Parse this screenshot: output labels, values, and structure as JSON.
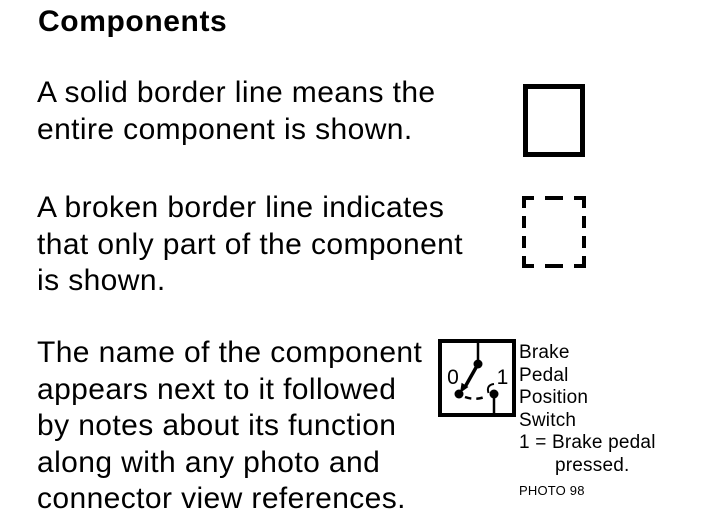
{
  "title": "Components",
  "sections": [
    {
      "symbol": "solid-border-box",
      "text": "A solid border line means the\nentire component is shown."
    },
    {
      "symbol": "broken-border-box",
      "text": "A broken border line indicates\nthat only part of the component\nis shown."
    },
    {
      "symbol": "component-switch-example",
      "text": "The name of the component\nappears next to it followed\nby notes about its function\nalong with any photo and\nconnector view references."
    }
  ],
  "switch_example": {
    "state_labels": {
      "off": "0",
      "on": "1"
    },
    "name_lines": [
      "Brake",
      "Pedal",
      "Position",
      "Switch"
    ],
    "note_line1": "1 = Brake pedal",
    "note_line2": "pressed.",
    "photo_ref": "PHOTO 98"
  },
  "colors": {
    "ink": "#000000",
    "background": "#ffffff"
  }
}
